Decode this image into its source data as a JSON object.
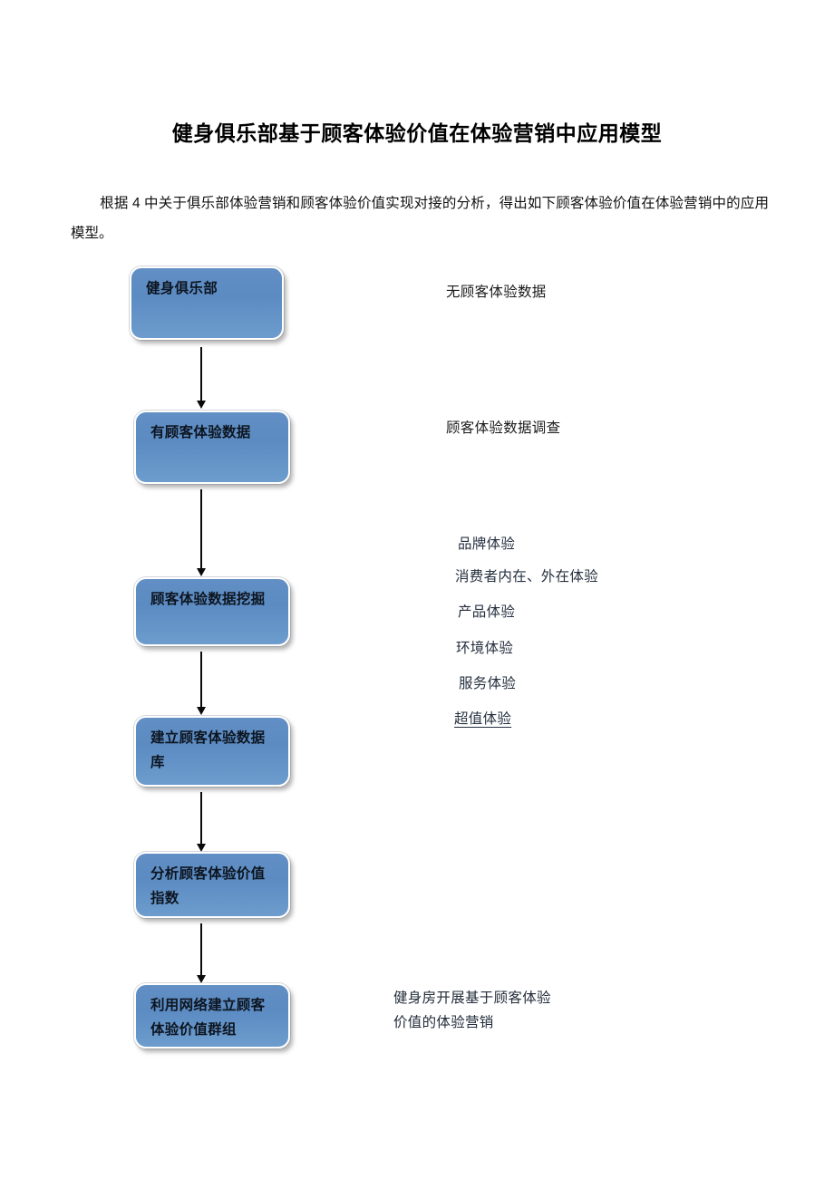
{
  "document": {
    "title": "健身俱乐部基于顾客体验价值在体验营销中应用模型",
    "paragraph": "根据 4 中关于俱乐部体验营销和顾客体验价值实现对接的分析，得出如下顾客体验价值在体验营销中的应用模型。"
  },
  "flowchart": {
    "nodes": [
      {
        "id": "fitness-club",
        "lines": [
          "健身俱乐部"
        ]
      },
      {
        "id": "has-cx-data",
        "lines": [
          "有顾客体验数据"
        ]
      },
      {
        "id": "cx-data-mining",
        "lines": [
          "顾客体验数据挖掘"
        ]
      },
      {
        "id": "build-cx-database",
        "lines": [
          "建立顾客体验数据",
          "库"
        ]
      },
      {
        "id": "analyze-cx-index",
        "lines": [
          "分析顾客体验价值",
          "指数"
        ]
      },
      {
        "id": "build-cx-groups",
        "lines": [
          "利用网络建立顾客",
          "体验价值群组"
        ]
      }
    ],
    "node_fill": "#5b8bc2",
    "node_border": "#ffffff",
    "arrow_color": "#0a0a0a"
  },
  "annotations": {
    "no_cx_data": "无顾客体验数据",
    "cx_data_survey": "顾客体验数据调查",
    "experience_items": [
      {
        "label": "品牌体验",
        "underlined": false
      },
      {
        "label": "消费者内在、外在体验",
        "underlined": false
      },
      {
        "label": "产品体验",
        "underlined": false
      },
      {
        "label": "环境体验",
        "underlined": false
      },
      {
        "label": "服务体验",
        "underlined": false
      },
      {
        "label": "超值体验",
        "underlined": true
      }
    ],
    "gym_marketing": {
      "line1": "健身房开展基于顾客体验",
      "line2": "价值的体验营销"
    }
  }
}
